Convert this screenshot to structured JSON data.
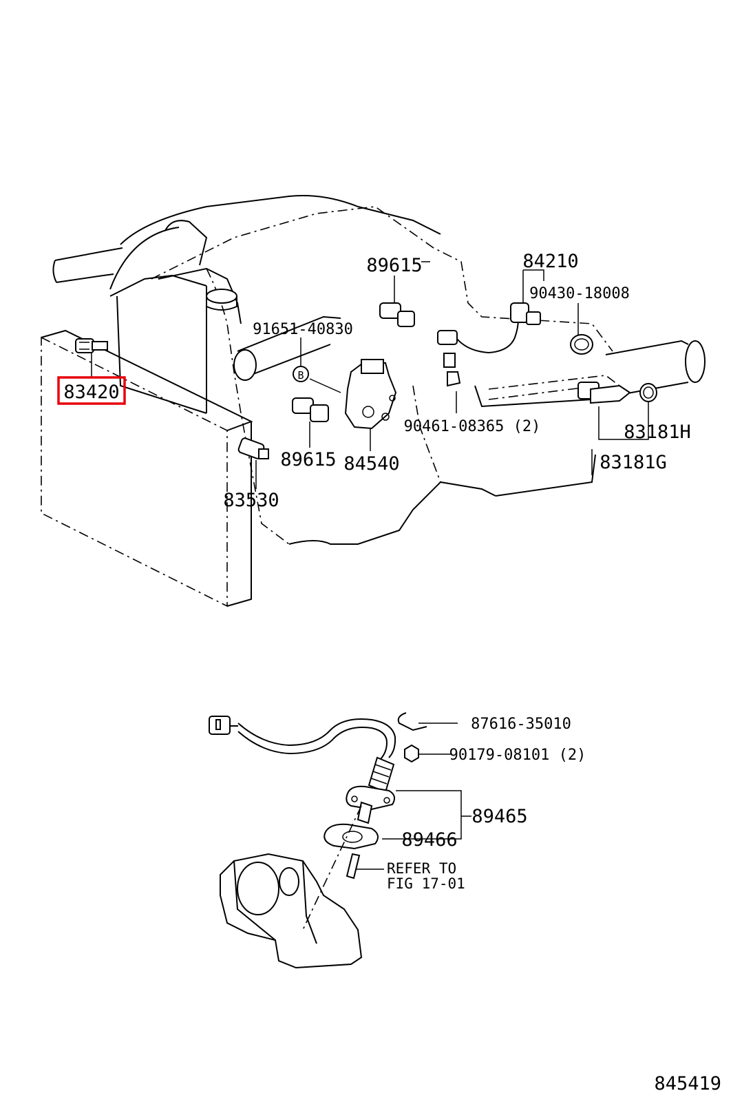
{
  "highlight_color": "#e8000b",
  "callouts": {
    "p83420": "83420",
    "p83530": "83530",
    "p89615_top": "89615",
    "p89615_low": "89615",
    "p91651": "91651-40830",
    "p84540": "84540",
    "p84210": "84210",
    "p90430": "90430-18008",
    "p90461": "90461-08365 (2)",
    "p83181h": "83181H",
    "p83181g": "83181G",
    "p87616": "87616-35010",
    "p90179": "90179-08101 (2)",
    "p89465": "89465",
    "p89466": "89466",
    "refer1": "REFER TO",
    "refer2": "FIG 17-01",
    "marker_b": "B"
  },
  "figure_number": "845419"
}
